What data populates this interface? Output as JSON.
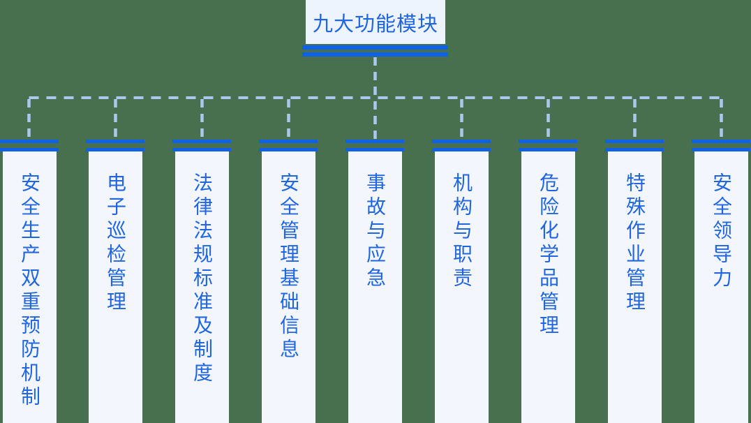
{
  "title": "九大功能模块",
  "modules": [
    {
      "label": "安全生产双重预防机制"
    },
    {
      "label": "电子巡检管理"
    },
    {
      "label": "法律法规标准及制度"
    },
    {
      "label": "安全管理基础信息"
    },
    {
      "label": "事故与应急"
    },
    {
      "label": "机构与职责"
    },
    {
      "label": "危险化学品管理"
    },
    {
      "label": "特殊作业管理"
    },
    {
      "label": "安全领导力"
    }
  ],
  "colors": {
    "bg": "#48704f",
    "node-fill": "#eef4fd",
    "pillar-fill": "#f3f7fd",
    "bar-blue": "#0f61e8",
    "dash-blue": "#abc7ee",
    "text-blue": "#2065e2"
  }
}
